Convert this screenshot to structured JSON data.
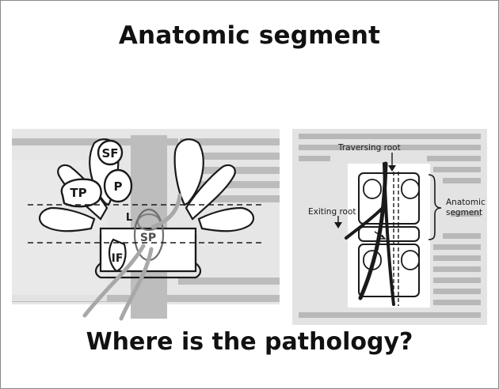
{
  "slide": {
    "title": "Anatomic segment",
    "question": "Where is the pathology?"
  },
  "left_figure": {
    "labels": {
      "superior_facet": "SF",
      "transverse_process": "TP",
      "pedicle": "P",
      "lamina": "L",
      "spinous_process": "SP",
      "inferior_facet": "IF"
    }
  },
  "right_figure": {
    "labels": {
      "traversing_root": "Traversing root",
      "exiting_root": "Exiting root",
      "anatomic_segment_line1": "Anatomic",
      "anatomic_segment_line2": "segment"
    }
  },
  "colors": {
    "scan_background": "#e3e3e3",
    "scan_text": "#b8b8b8",
    "highlight_band": "#bdbdbd",
    "ink": "#1a1a1a"
  }
}
